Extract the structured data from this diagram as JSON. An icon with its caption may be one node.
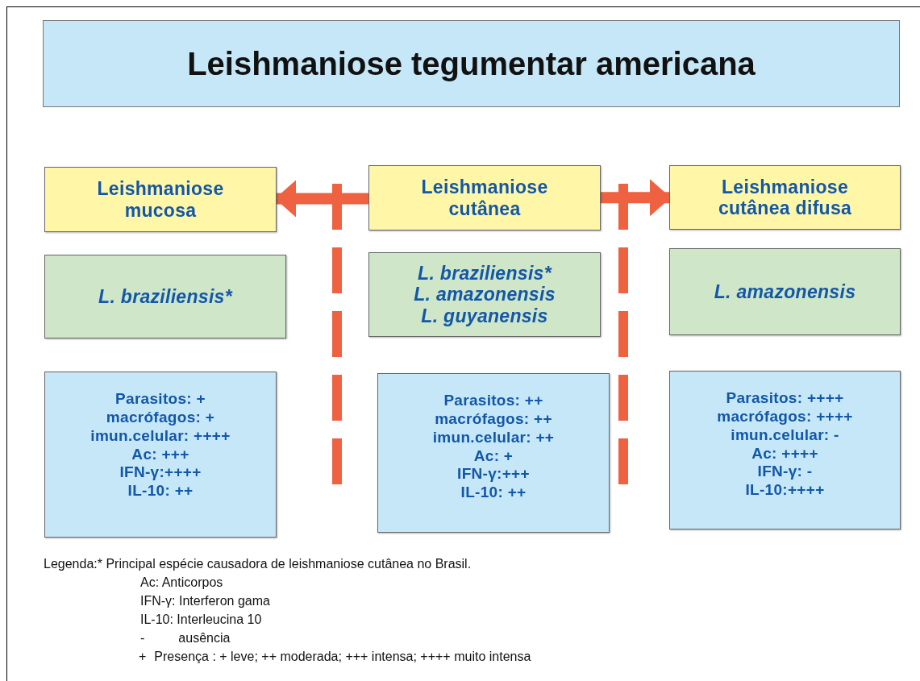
{
  "diagram": {
    "title": "Leishmaniose tegumentar americana",
    "nodes": [
      {
        "text": [
          "Leishmaniose mucosa"
        ]
      },
      {
        "text": [
          "Leishmaniose cutânea"
        ]
      },
      {
        "text": [
          "Leishmaniose cutânea difusa"
        ]
      },
      {
        "text": [
          "L. braziliensis*"
        ]
      },
      {
        "text": [
          "L. braziliensis*",
          "L. amazonensis",
          "L. guyanensis"
        ]
      },
      {
        "text": [
          "L. amazonensis"
        ]
      },
      {
        "text": [
          "Parasitos: +",
          "macrófagos: +",
          "imun.celular: ++++",
          "Ac: +++",
          "IFN-γ:++++",
          "IL-10: ++"
        ]
      },
      {
        "text": [
          "Parasitos: ++",
          "macrófagos: ++",
          "imun.celular: ++",
          "Ac: +",
          "IFN-γ:+++",
          "IL-10: ++"
        ]
      },
      {
        "text": [
          "Parasitos: ++++",
          "macrófagos: ++++",
          "imun.celular: -",
          "Ac: ++++",
          "IFN-γ: -",
          "IL-10:++++"
        ]
      }
    ],
    "edges": [
      {
        "from": 1,
        "to": 0,
        "arrow": "to"
      },
      {
        "from": 1,
        "to": 2,
        "arrow": "to"
      }
    ],
    "labels": [
      "Legenda:* Principal espécie causadora de leishmaniose cutânea no Brasil.",
      "Ac: Anticorpos",
      "IFN-γ: Interferon gama",
      "IL-10: Interleucina 10",
      "-",
      "ausência",
      "+",
      "Presença : + leve; ++ moderada; +++ intensa; ++++ muito intensa"
    ]
  }
}
